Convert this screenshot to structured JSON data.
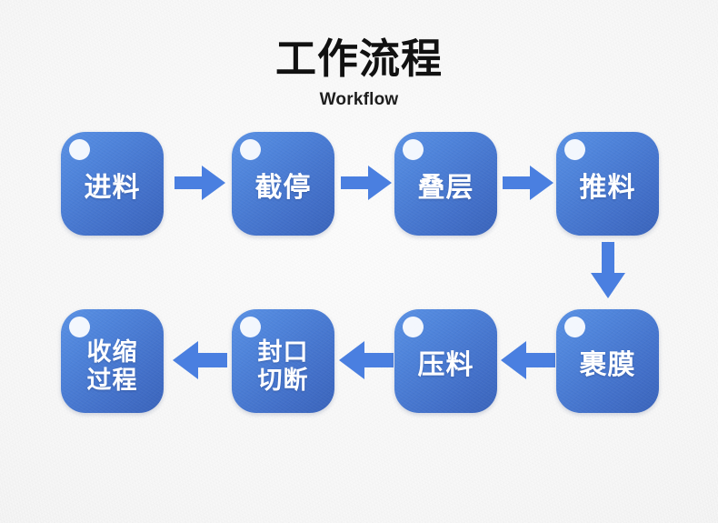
{
  "header": {
    "title_cn": "工作流程",
    "title_en": "Workflow"
  },
  "theme": {
    "background": "#f4f4f4",
    "node_gradient_start": "#5a91e4",
    "node_gradient_end": "#3a64ba",
    "node_text_color": "#ffffff",
    "arrow_color": "#4a7fe0",
    "title_color": "#111111",
    "dot_color": "#ffffff"
  },
  "flow": {
    "rows": [
      {
        "id": "row-1",
        "direction": "left-to-right",
        "nodes": [
          {
            "id": "node-1",
            "label": "进料",
            "lines": [
              "进料"
            ],
            "step": 1
          },
          {
            "id": "node-2",
            "label": "截停",
            "lines": [
              "截停"
            ],
            "step": 2
          },
          {
            "id": "node-3",
            "label": "叠层",
            "lines": [
              "叠层"
            ],
            "step": 3
          },
          {
            "id": "node-4",
            "label": "推料",
            "lines": [
              "推料"
            ],
            "step": 4
          }
        ]
      },
      {
        "id": "row-2",
        "direction": "right-to-left",
        "nodes": [
          {
            "id": "node-5",
            "label": "裹膜",
            "lines": [
              "裹膜"
            ],
            "step": 5
          },
          {
            "id": "node-6",
            "label": "压料",
            "lines": [
              "压料"
            ],
            "step": 6
          },
          {
            "id": "node-7",
            "label": "封口切断",
            "lines": [
              "封口",
              "切断"
            ],
            "step": 7
          },
          {
            "id": "node-8",
            "label": "收缩过程",
            "lines": [
              "收缩",
              "过程"
            ],
            "step": 8
          }
        ]
      }
    ],
    "connectors": [
      {
        "id": "arrow-1",
        "from": "node-1",
        "to": "node-2",
        "direction": "right"
      },
      {
        "id": "arrow-2",
        "from": "node-2",
        "to": "node-3",
        "direction": "right"
      },
      {
        "id": "arrow-3",
        "from": "node-3",
        "to": "node-4",
        "direction": "right"
      },
      {
        "id": "arrow-4",
        "from": "node-4",
        "to": "node-5",
        "direction": "down"
      },
      {
        "id": "arrow-5",
        "from": "node-5",
        "to": "node-6",
        "direction": "left"
      },
      {
        "id": "arrow-6",
        "from": "node-6",
        "to": "node-7",
        "direction": "left"
      },
      {
        "id": "arrow-7",
        "from": "node-7",
        "to": "node-8",
        "direction": "left"
      }
    ]
  }
}
